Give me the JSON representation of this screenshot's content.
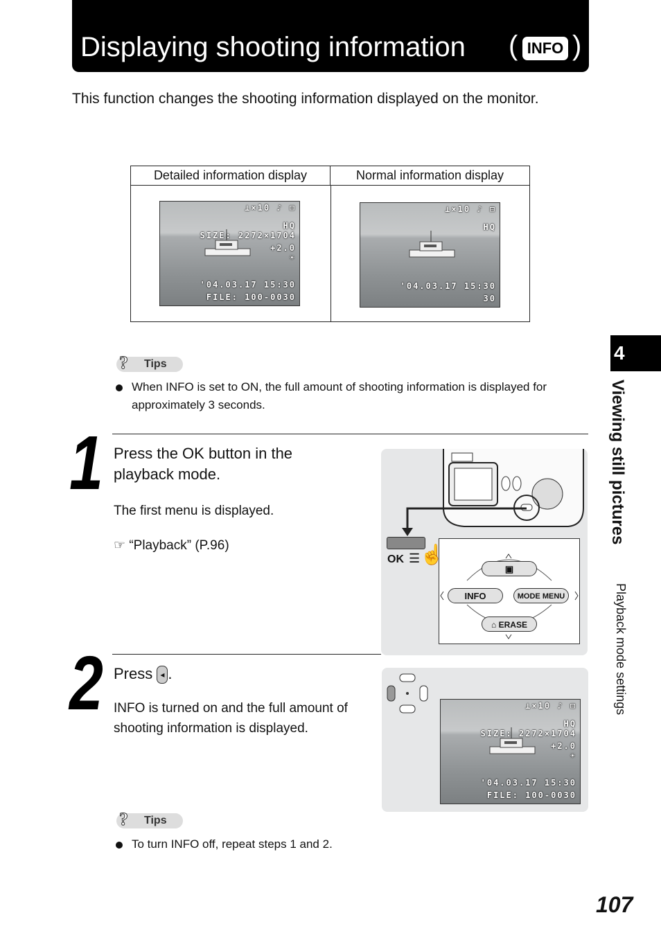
{
  "header": {
    "title": "Displaying shooting information",
    "paren_open": "(",
    "paren_close": ")",
    "badge": "INFO"
  },
  "intro": "This function changes the shooting information displayed on the monitor.",
  "table": {
    "headers": [
      "Detailed information display",
      "Normal information display"
    ],
    "detailed": {
      "row1": "⊥×10",
      "quality": "HQ",
      "size": "SIZE: 2272×1704",
      "exposure": "+2.0",
      "date": "'04.03.17 15:30",
      "file": "FILE: 100-0030"
    },
    "normal": {
      "row1": "⊥×10",
      "quality": "HQ",
      "date": "'04.03.17 15:30",
      "count": "30"
    }
  },
  "tips1": {
    "label": "Tips",
    "text": "When INFO is set to ON, the full amount of shooting information is displayed for approximately 3 seconds."
  },
  "step1": {
    "number": "1",
    "title": "Press the OK button in the playback mode.",
    "body": "The first menu is displayed.",
    "ref": "“Playback” (P.96)",
    "ok_label": "OK",
    "menu": {
      "info": "INFO",
      "mode_menu": "MODE MENU",
      "erase": "ERASE"
    }
  },
  "step2": {
    "number": "2",
    "title_pre": "Press",
    "title_post": ".",
    "body": "INFO is turned on and the full amount of shooting information is displayed.",
    "screen": {
      "row1": "⊥×10",
      "quality": "HQ",
      "size": "SIZE: 2272×1704",
      "exposure": "+2.0",
      "date": "'04.03.17 15:30",
      "file": "FILE: 100-0030"
    }
  },
  "tips2": {
    "label": "Tips",
    "text": "To turn INFO off, repeat steps 1 and 2."
  },
  "side": {
    "chapter": "4",
    "title": "Viewing still pictures",
    "subtitle": "Playback mode settings"
  },
  "page_number": "107"
}
